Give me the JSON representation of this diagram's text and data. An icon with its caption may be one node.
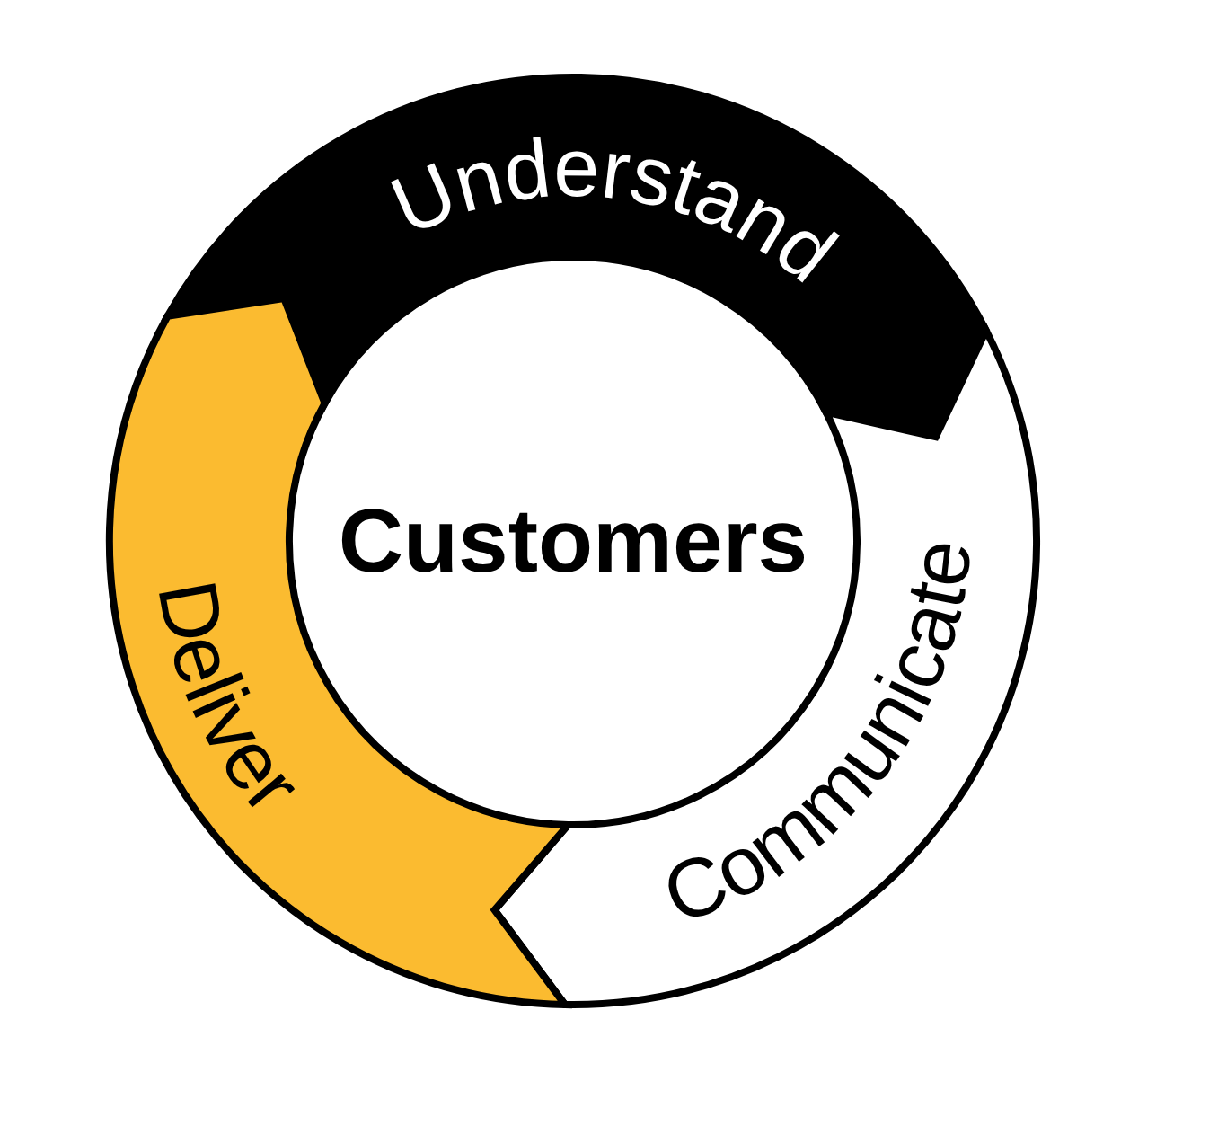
{
  "diagram": {
    "nodes": [
      {
        "text": [
          "Understand"
        ]
      },
      {
        "text": [
          "Communicate"
        ]
      },
      {
        "text": [
          "Deliver"
        ]
      },
      {
        "text": [
          "Customers"
        ]
      }
    ]
  }
}
